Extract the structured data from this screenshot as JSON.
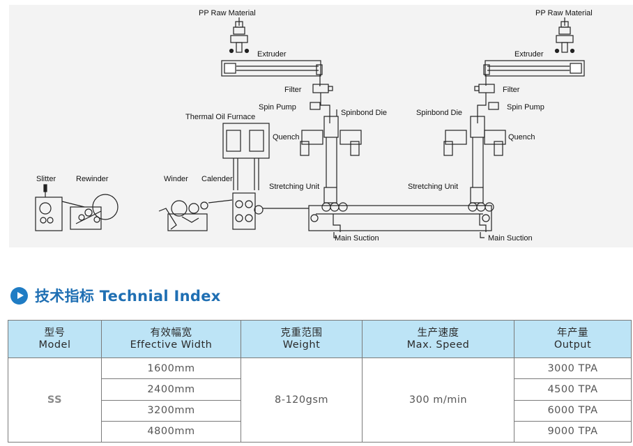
{
  "diagram": {
    "labels": {
      "pp_raw_left": "PP Raw Material",
      "pp_raw_right": "PP Raw Material",
      "extruder_left": "Extruder",
      "extruder_right": "Extruder",
      "filter_left": "Filter",
      "filter_right": "Filter",
      "spin_pump_left": "Spin Pump",
      "spin_pump_right": "Spin Pump",
      "spinbond_die_left": "Spinbond Die",
      "spinbond_die_right": "Spinbond Die",
      "thermal_oil": "Thermal Oil Furnace",
      "quench_left": "Quench",
      "quench_right": "Quench",
      "slitter": "Slitter",
      "rewinder": "Rewinder",
      "winder": "Winder",
      "calender": "Calender",
      "stretching_left": "Stretching Unit",
      "stretching_right": "Stretching Unit",
      "suction_left": "Main Suction",
      "suction_right": "Main Suction"
    }
  },
  "section": {
    "icon": "play-circle-icon",
    "title": "技术指标 Technial Index"
  },
  "table": {
    "headers": [
      {
        "cn": "型号",
        "en": "Model"
      },
      {
        "cn": "有效幅宽",
        "en": "Effective Width"
      },
      {
        "cn": "克重范围",
        "en": "Weight"
      },
      {
        "cn": "生产速度",
        "en": "Max. Speed"
      },
      {
        "cn": "年产量",
        "en": "Output"
      }
    ],
    "model": "SS",
    "widths": [
      "1600mm",
      "2400mm",
      "3200mm",
      "4800mm"
    ],
    "weight": "8-120gsm",
    "speed": "300 m/min",
    "outputs": [
      "3000 TPA",
      "4500 TPA",
      "6000 TPA",
      "9000 TPA"
    ]
  },
  "colors": {
    "accent": "#1f7cc4",
    "header_bg": "#bde4f6",
    "diagram_bg": "#f3f3f3"
  }
}
